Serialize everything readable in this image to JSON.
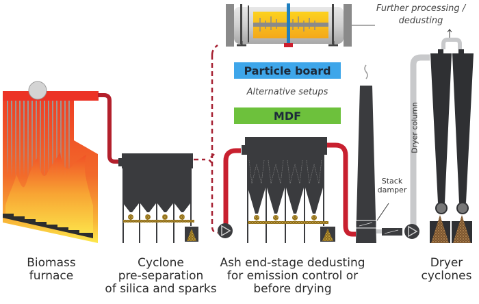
{
  "title": "Dedusting process flow",
  "labels": {
    "biomass_furnace": "Biomass\nfurnace",
    "cyclone": "Cyclone\npre-separation\nof silica and sparks",
    "ash_dedusting": "Ash end-stage dedusting\nfor emission control or\nbefore drying",
    "dryer_cyclones": "Dryer\ncyclones"
  },
  "annotations": {
    "further_processing": "Further processing /\ndedusting",
    "alternative_setups": "Alternative setups",
    "stack_damper": "Stack\ndamper",
    "dryer_column": "Dryer column"
  },
  "setups": {
    "particle_board": "Particle board",
    "mdf": "MDF"
  },
  "colors": {
    "pipe_red": "#c8202f",
    "equipment_dark": "#3a3b3e",
    "particle_board_blue": "#3ea6ea",
    "mdf_green": "#6dc13c",
    "dryer_pipe_gray": "#c8c9cb",
    "dust_gold": "#c9a227"
  }
}
